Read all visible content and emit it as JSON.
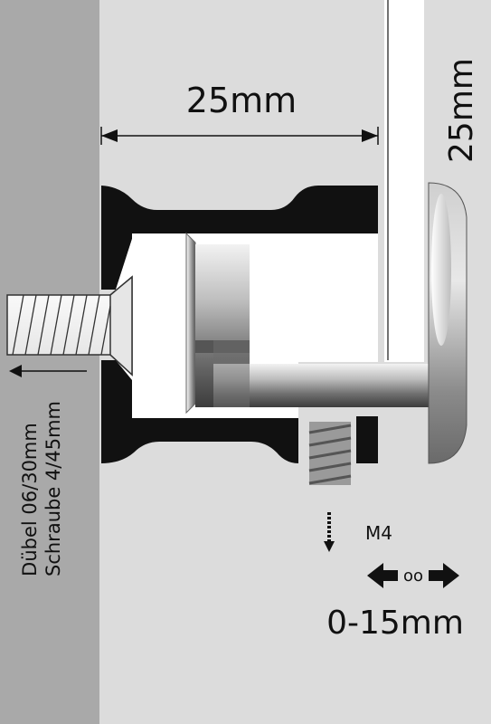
{
  "labels": {
    "depth": "25mm",
    "diameter": "25mm",
    "dowel": "Dübel 06/30mm",
    "screw": "Schraube 4/45mm",
    "thread": "M4",
    "range": "0-15mm",
    "adjust_symbol": "oo"
  },
  "colors": {
    "wall": "#a9a9a9",
    "background": "#dcdcdc",
    "glass": "#ffffff",
    "holder": "#111111",
    "dimension": "#111111"
  }
}
